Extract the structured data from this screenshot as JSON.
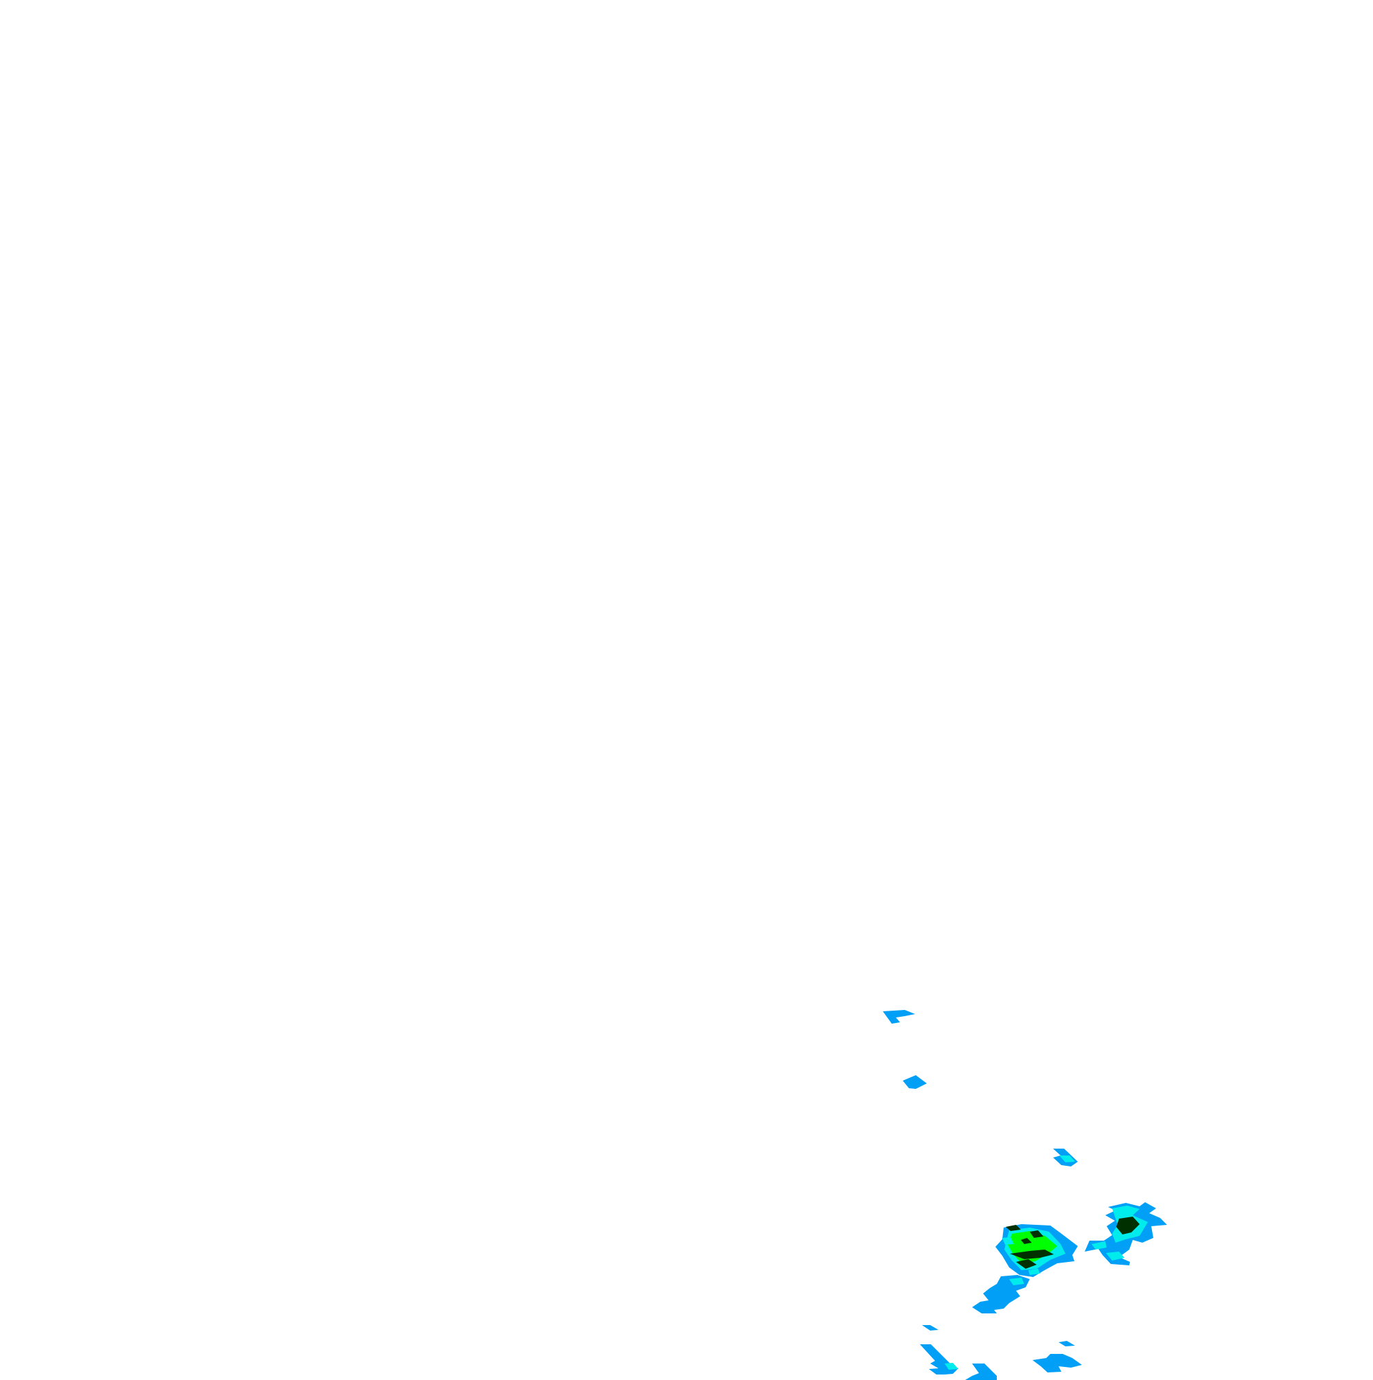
{
  "layer": {
    "kind": "precipitation-radar-overlay",
    "background": "#ffffff",
    "palette": {
      "light_blue": "#01a0f6",
      "cyan": "#00ecec",
      "bright_green": "#00ff00",
      "dark_green": "#006400",
      "very_dark_green": "#003000"
    }
  },
  "echo_cells": [
    {
      "name": "echo-cell-north-1",
      "intensity": "light"
    },
    {
      "name": "echo-cell-north-2",
      "intensity": "light"
    },
    {
      "name": "echo-cell-mid",
      "intensity": "light-moderate"
    },
    {
      "name": "echo-cell-core-west",
      "intensity": "moderate-heavy"
    },
    {
      "name": "echo-cell-core-east",
      "intensity": "moderate-heavy"
    },
    {
      "name": "echo-cell-tail",
      "intensity": "light"
    },
    {
      "name": "echo-cell-south",
      "intensity": "light"
    }
  ]
}
